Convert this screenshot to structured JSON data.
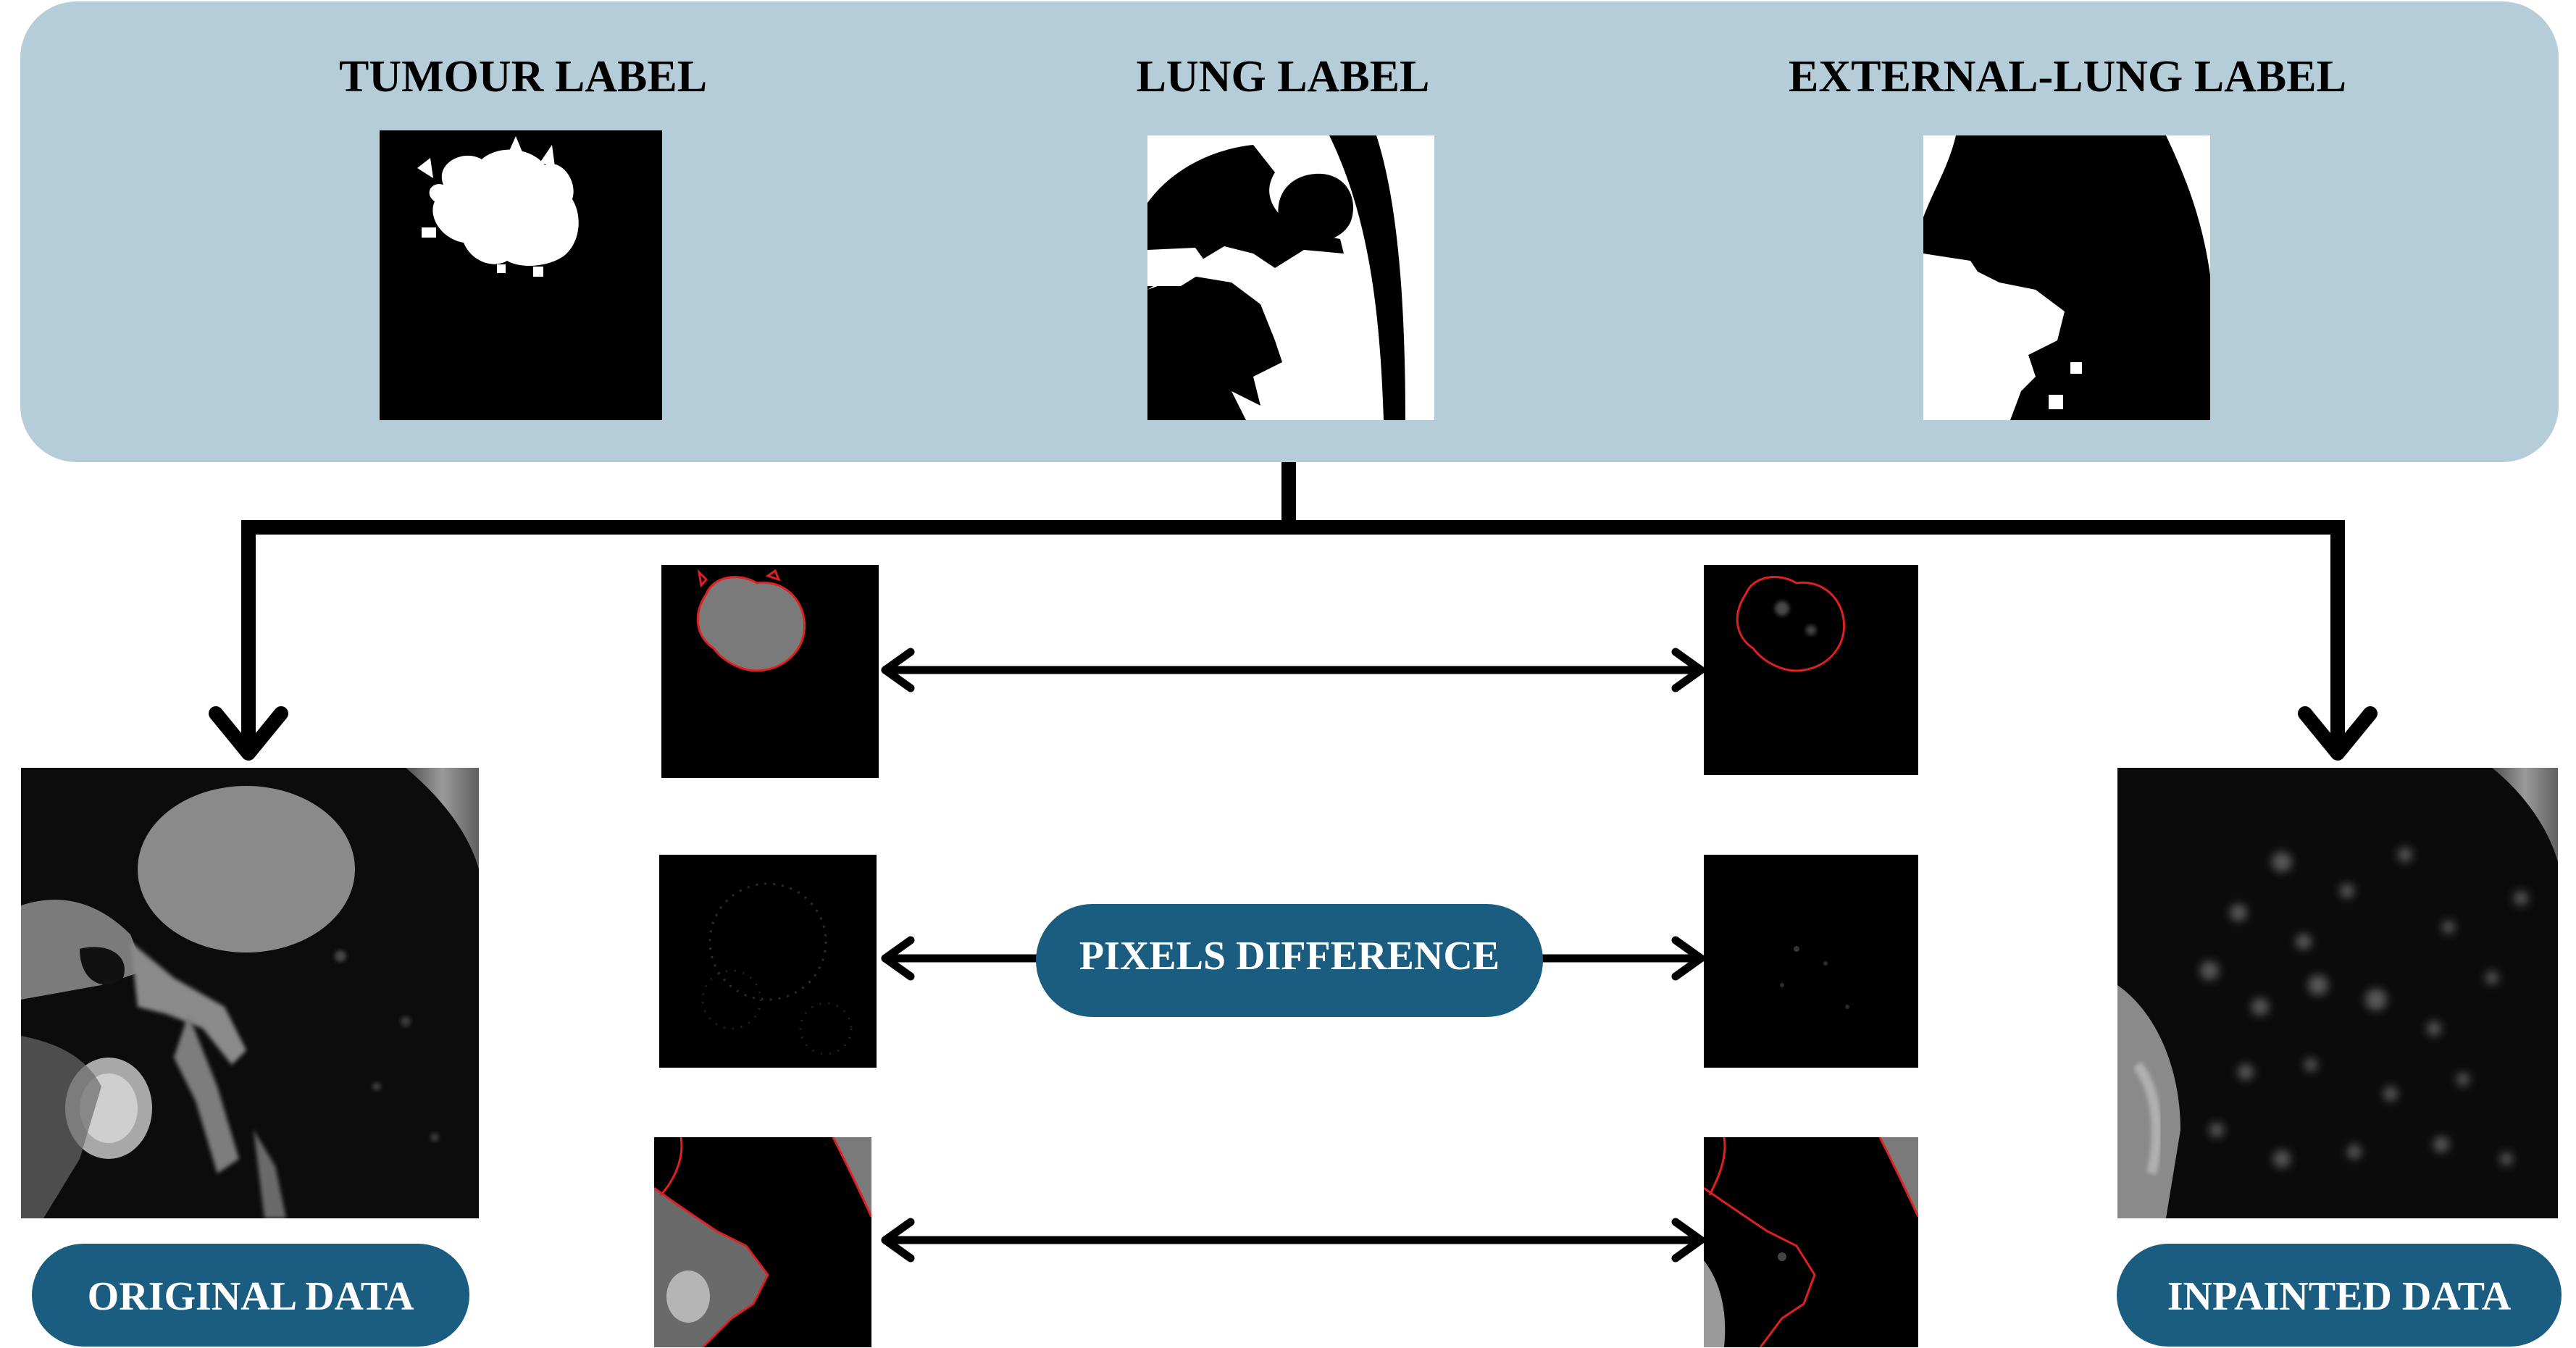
{
  "labels": {
    "tumour": "TUMOUR LABEL",
    "lung": "LUNG LABEL",
    "external_lung": "EXTERNAL-LUNG LABEL"
  },
  "pills": {
    "original": "ORIGINAL DATA",
    "pixels_difference": "PIXELS DIFFERENCE",
    "inpainted": "INPAINTED DATA"
  },
  "colors": {
    "panel": "#b5cdd8",
    "pill": "#1a5d80",
    "contour": "#e02020"
  }
}
